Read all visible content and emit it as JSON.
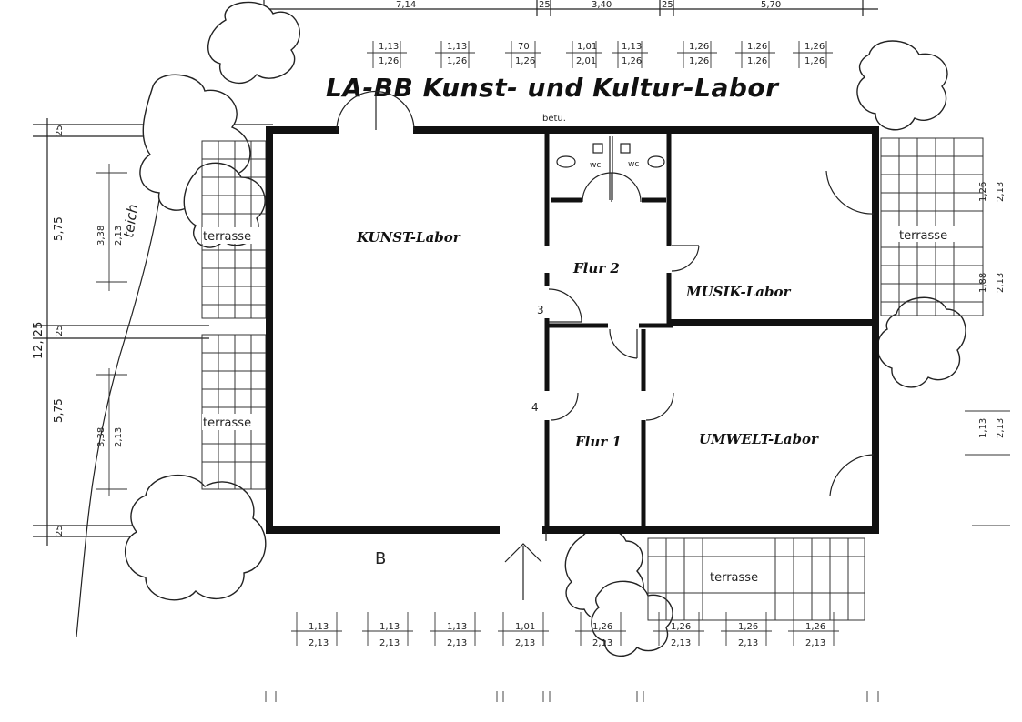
{
  "title": "LA-BB Kunst- und Kultur-Labor",
  "rooms": {
    "kunst": "KUNST-Labor",
    "musik": "MUSIK-Labor",
    "umwelt": "UMWELT-Labor",
    "flur1": "Flur 1",
    "flur2": "Flur 2"
  },
  "labels": {
    "terrace": "terrasse",
    "pond": "teich",
    "wc": "wc",
    "betu": "betu.",
    "mark_b": "B",
    "mark_3": "3",
    "mark_4": "4"
  },
  "dimensions": {
    "top_overall": [
      "7,14",
      "25",
      "3,40",
      "25",
      "5,70"
    ],
    "top_windows": [
      [
        "1,13",
        "1,26"
      ],
      [
        "1,13",
        "1,26"
      ],
      [
        "70",
        "1,26"
      ],
      [
        "1,01",
        "2,01"
      ],
      [
        "1,13",
        "1,26"
      ],
      [
        "1,26",
        "1,26"
      ],
      [
        "1,26",
        "1,26"
      ],
      [
        "1,26",
        "1,26"
      ]
    ],
    "bottom_windows": [
      [
        "1,13",
        "2,13"
      ],
      [
        "1,13",
        "2,13"
      ],
      [
        "1,13",
        "2,13"
      ],
      [
        "1,01",
        "2,13"
      ],
      [
        "1,26",
        "2,13"
      ],
      [
        "1,26",
        "2,13"
      ],
      [
        "1,26",
        "2,13"
      ],
      [
        "1,26",
        "2,13"
      ]
    ],
    "left_overall": "12, 25",
    "left_segments": [
      "25",
      "5,75",
      "25",
      "5,75",
      "25"
    ],
    "left_windows": [
      [
        "3,38",
        "2,13"
      ],
      [
        "3,38",
        "2,13"
      ]
    ],
    "right_windows": [
      [
        "1,26",
        "2,13"
      ],
      [
        "1,88",
        "2,13"
      ],
      [
        "1,13",
        "2,13"
      ]
    ]
  }
}
